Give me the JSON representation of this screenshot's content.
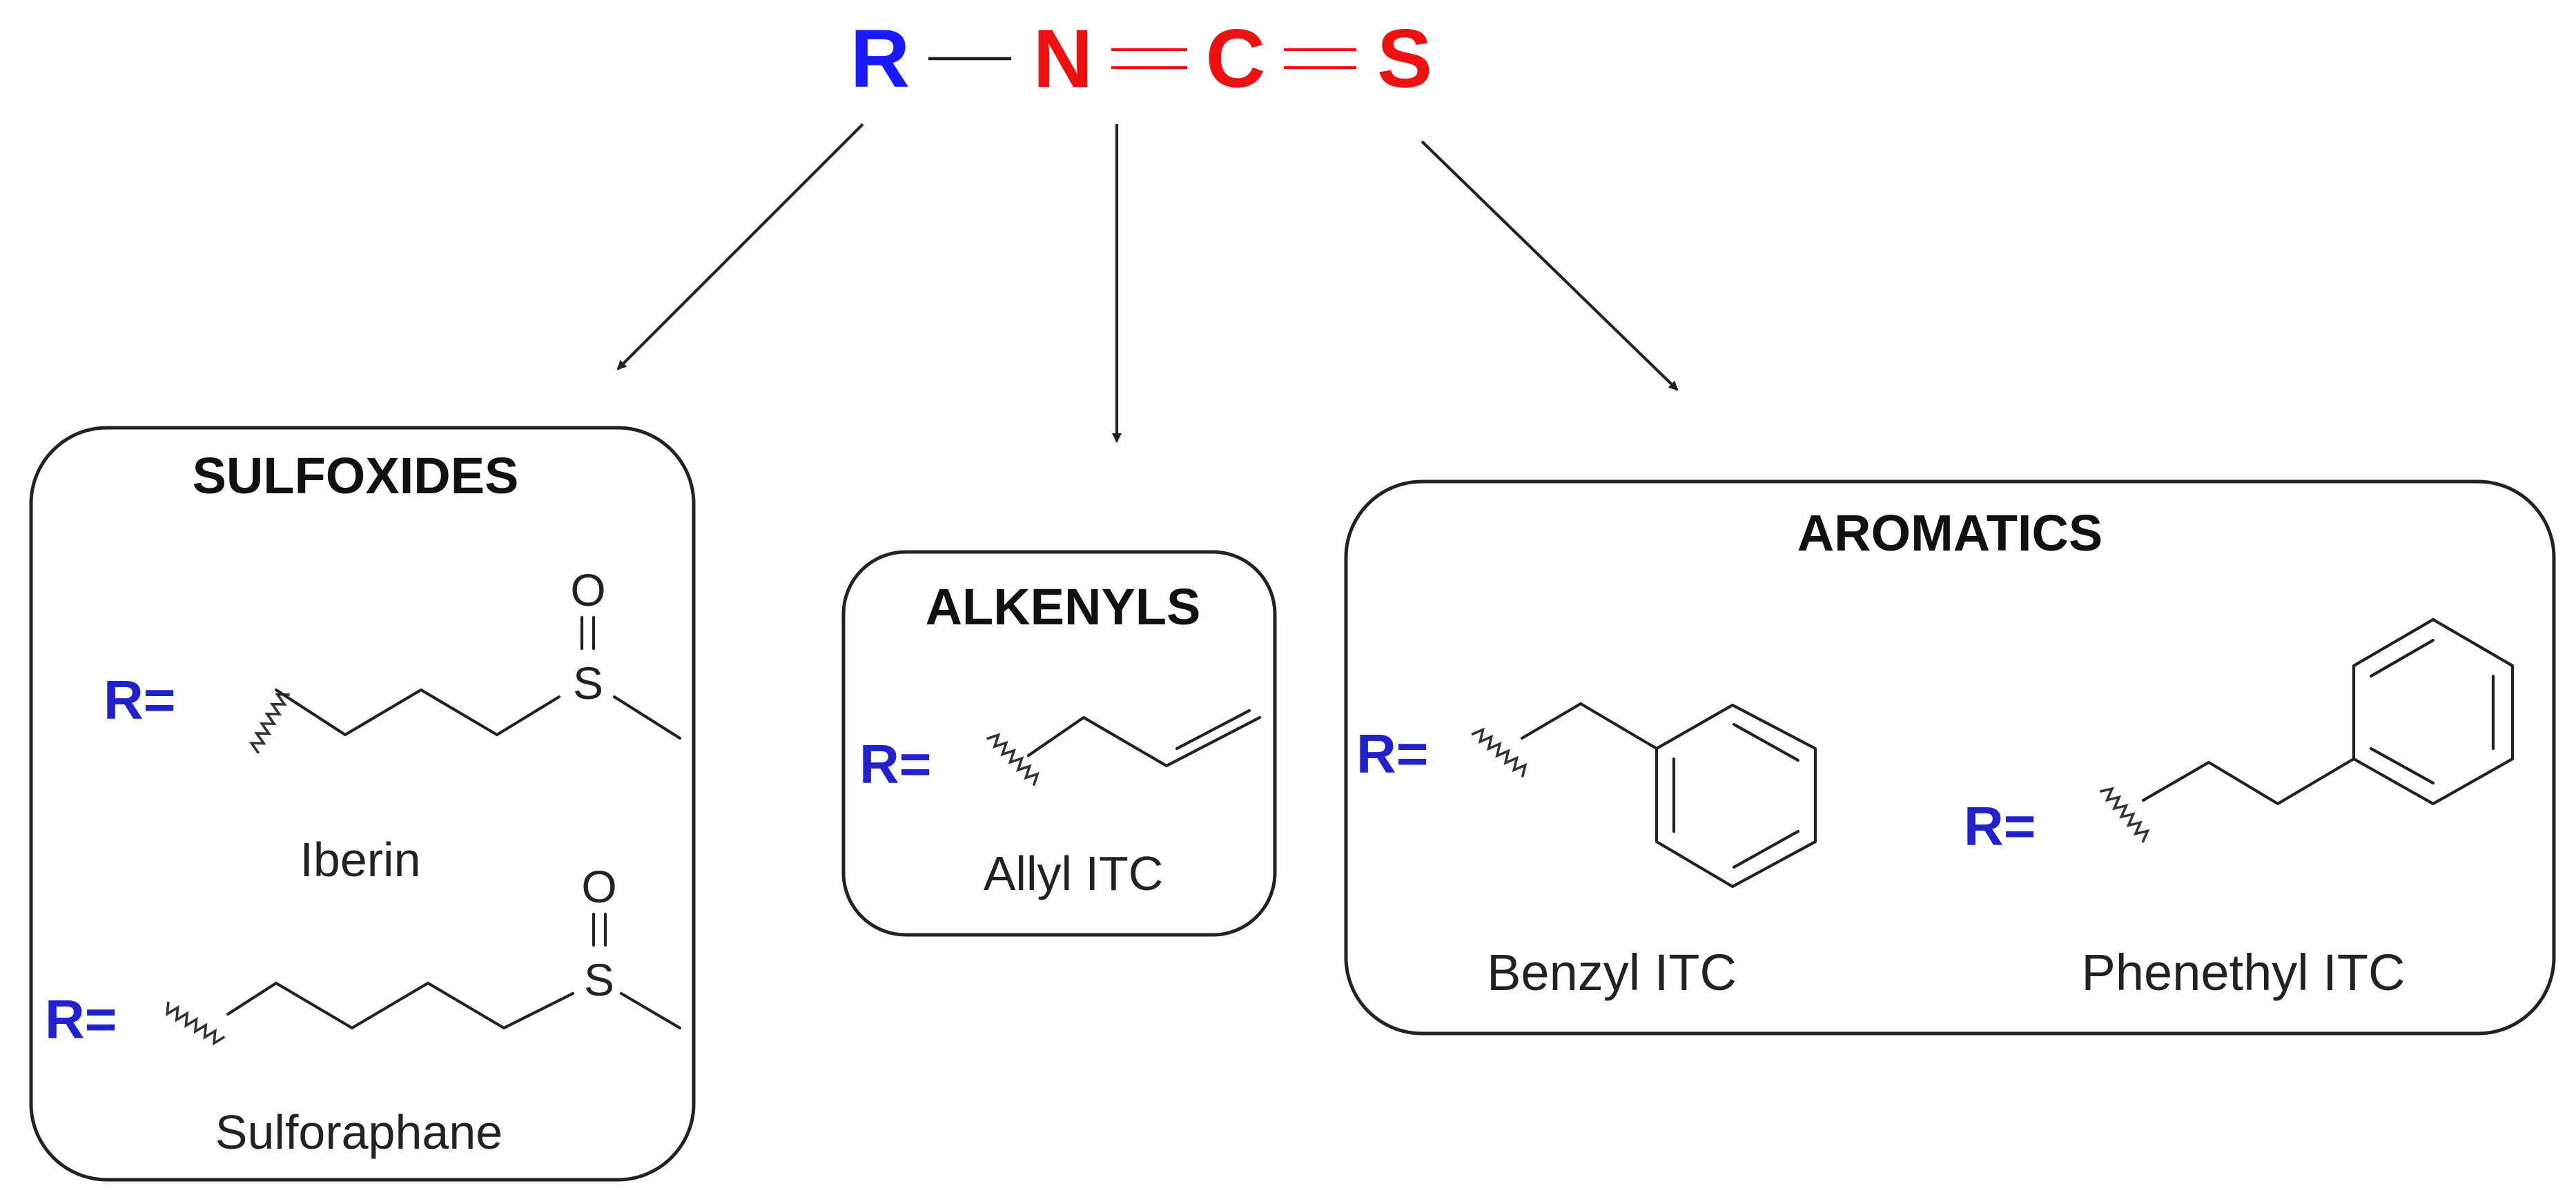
{
  "formula": {
    "r": "R",
    "n": "N",
    "c": "C",
    "s": "S"
  },
  "atoms": {
    "oxygen": "O",
    "sulfur": "S"
  },
  "groups": {
    "sulfoxides": {
      "title": "SULFOXIDES",
      "r_label": "R=",
      "compounds": [
        "Iberin",
        "Sulforaphane"
      ]
    },
    "alkenyls": {
      "title": "ALKENYLS",
      "r_label": "R=",
      "compounds": [
        "Allyl ITC"
      ]
    },
    "aromatics": {
      "title": "AROMATICS",
      "r_label": "R=",
      "compounds": [
        "Benzyl ITC",
        "Phenethyl ITC"
      ]
    }
  },
  "colors": {
    "r_group": "#1a1aff",
    "ncs": "#ee1111",
    "label_blue": "#2222cc",
    "line": "#222222"
  }
}
